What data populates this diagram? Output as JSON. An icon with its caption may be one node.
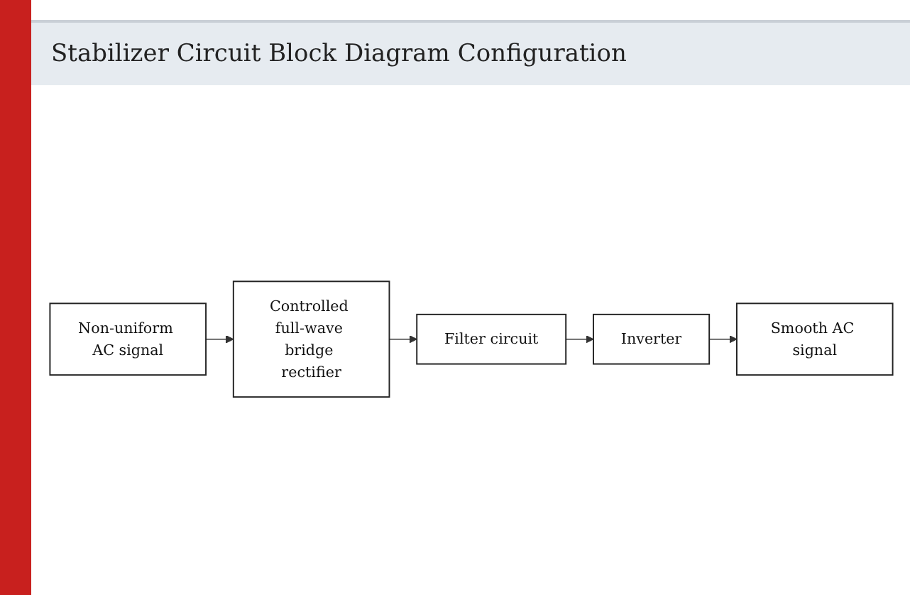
{
  "diagram": {
    "title": "Stabilizer Circuit Block Diagram Configuration",
    "nodes": [
      {
        "text": [
          "Non-uniform AC signal"
        ]
      },
      {
        "text": [
          "Controlled full-wave bridge rectifier"
        ]
      },
      {
        "text": [
          "Filter circuit"
        ]
      },
      {
        "text": [
          "Inverter"
        ]
      },
      {
        "text": [
          "Smooth AC signal"
        ]
      }
    ],
    "edges": [
      {
        "from": 0,
        "to": 1,
        "arrow": "to"
      },
      {
        "from": 1,
        "to": 2,
        "arrow": "to"
      },
      {
        "from": 2,
        "to": 3,
        "arrow": "to"
      },
      {
        "from": 3,
        "to": 4,
        "arrow": "to"
      }
    ]
  }
}
